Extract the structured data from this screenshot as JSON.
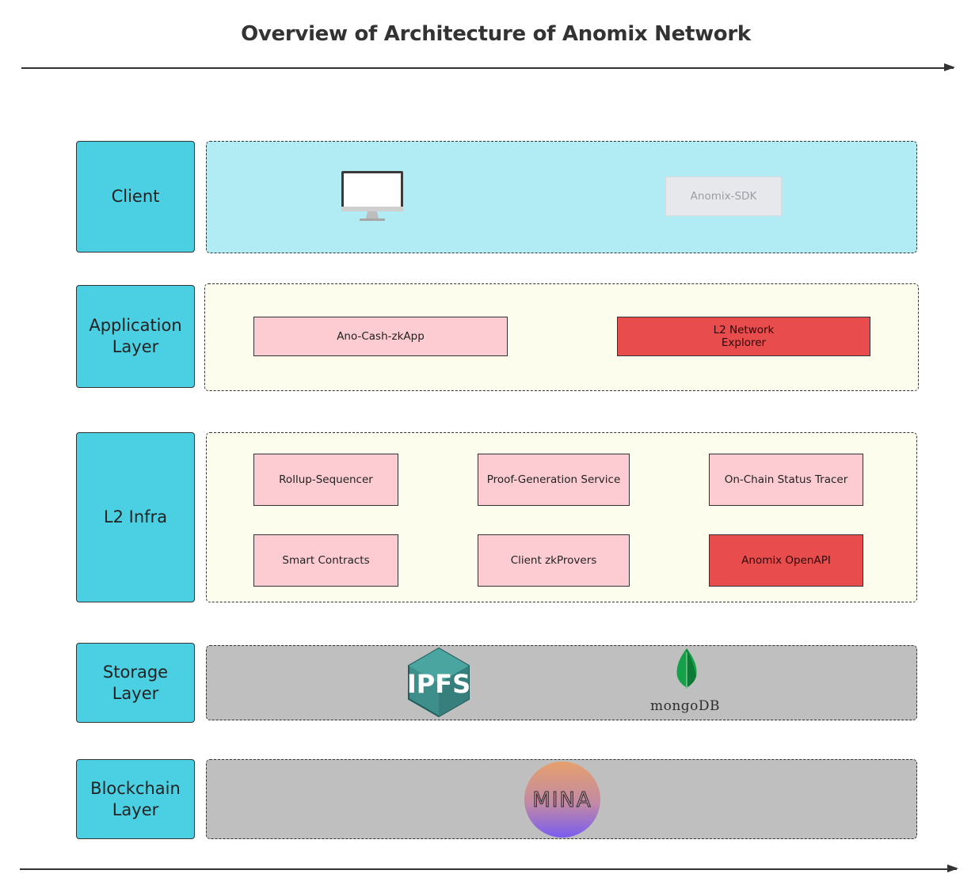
{
  "title": "Overview of Architecture of Anomix Network",
  "layers": {
    "client": {
      "label": "Client",
      "sdk_label": "Anomix-SDK"
    },
    "application": {
      "label": "Application\nLayer",
      "nodes": [
        "Ano-Cash-zkApp",
        "L2 Network\nExplorer"
      ]
    },
    "l2_infra": {
      "label": "L2 Infra",
      "nodes": [
        "Rollup-Sequencer",
        "Proof-Generation Service",
        "On-Chain Status Tracer",
        "Smart Contracts",
        "Client zkProvers",
        "Anomix OpenAPI"
      ]
    },
    "storage": {
      "label": "Storage\nLayer",
      "ipfs_logo": "IPFS",
      "mongodb_logo": "mongoDB"
    },
    "blockchain": {
      "label": "Blockchain\nLayer",
      "mina_logo": "MINA"
    }
  },
  "colors": {
    "label_fill": "#4bd0e3",
    "client_fill": "#b1ebf3",
    "cream_fill": "#fdfdee",
    "grey_fill": "#bfbfbf",
    "pink_node": "#fcccd2",
    "red_node": "#e84c4c"
  },
  "icons": [
    "monitor-icon",
    "ipfs-logo-icon",
    "mongodb-leaf-icon",
    "mina-logo-icon"
  ]
}
